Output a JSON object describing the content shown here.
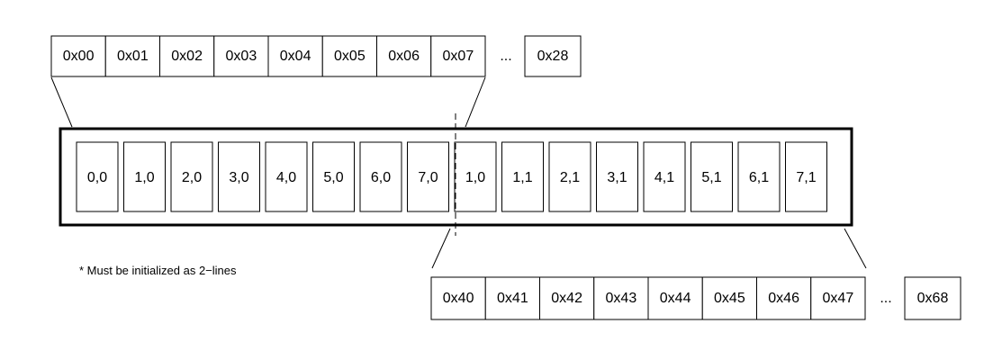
{
  "top_addresses": [
    "0x00",
    "0x01",
    "0x02",
    "0x03",
    "0x04",
    "0x05",
    "0x06",
    "0x07"
  ],
  "top_ellipsis": "...",
  "top_last_address": "0x28",
  "display_cells": [
    "0,0",
    "1,0",
    "2,0",
    "3,0",
    "4,0",
    "5,0",
    "6,0",
    "7,0",
    "1,0",
    "1,1",
    "2,1",
    "3,1",
    "4,1",
    "5,1",
    "6,1",
    "7,1"
  ],
  "bottom_addresses": [
    "0x40",
    "0x41",
    "0x42",
    "0x43",
    "0x44",
    "0x45",
    "0x46",
    "0x47"
  ],
  "bottom_ellipsis": "...",
  "bottom_last_address": "0x68",
  "note": "* Must be initialized as 2−lines"
}
